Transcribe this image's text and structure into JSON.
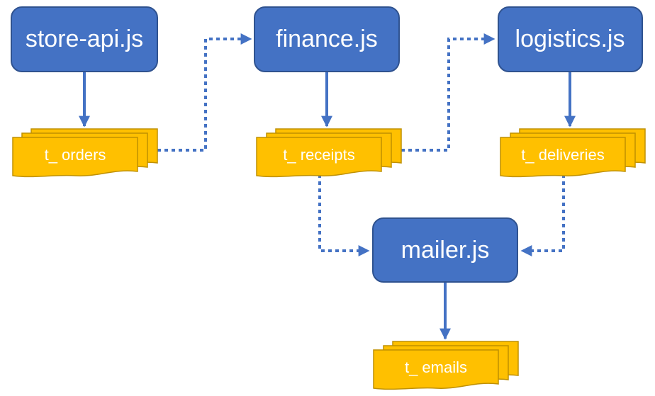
{
  "colors": {
    "service_fill": "#4472C4",
    "service_stroke": "#2F528F",
    "topic_fill": "#FFC000",
    "topic_stroke": "#BF9000",
    "arrow": "#4472C4",
    "background": "#FFFFFF"
  },
  "services": {
    "store_api": {
      "label": "store-api.js"
    },
    "finance": {
      "label": "finance.js"
    },
    "logistics": {
      "label": "logistics.js"
    },
    "mailer": {
      "label": "mailer.js"
    }
  },
  "topics": {
    "orders": {
      "label": "t_ orders"
    },
    "receipts": {
      "label": "t_ receipts"
    },
    "deliveries": {
      "label": "t_ deliveries"
    },
    "emails": {
      "label": "t_ emails"
    }
  },
  "edges": [
    {
      "from": "store-api.js",
      "to": "t_ orders",
      "style": "solid"
    },
    {
      "from": "t_ orders",
      "to": "finance.js",
      "style": "dotted"
    },
    {
      "from": "finance.js",
      "to": "t_ receipts",
      "style": "solid"
    },
    {
      "from": "t_ receipts",
      "to": "logistics.js",
      "style": "dotted"
    },
    {
      "from": "logistics.js",
      "to": "t_ deliveries",
      "style": "solid"
    },
    {
      "from": "t_ receipts",
      "to": "mailer.js",
      "style": "dotted"
    },
    {
      "from": "t_ deliveries",
      "to": "mailer.js",
      "style": "dotted"
    },
    {
      "from": "mailer.js",
      "to": "t_ emails",
      "style": "solid"
    }
  ]
}
